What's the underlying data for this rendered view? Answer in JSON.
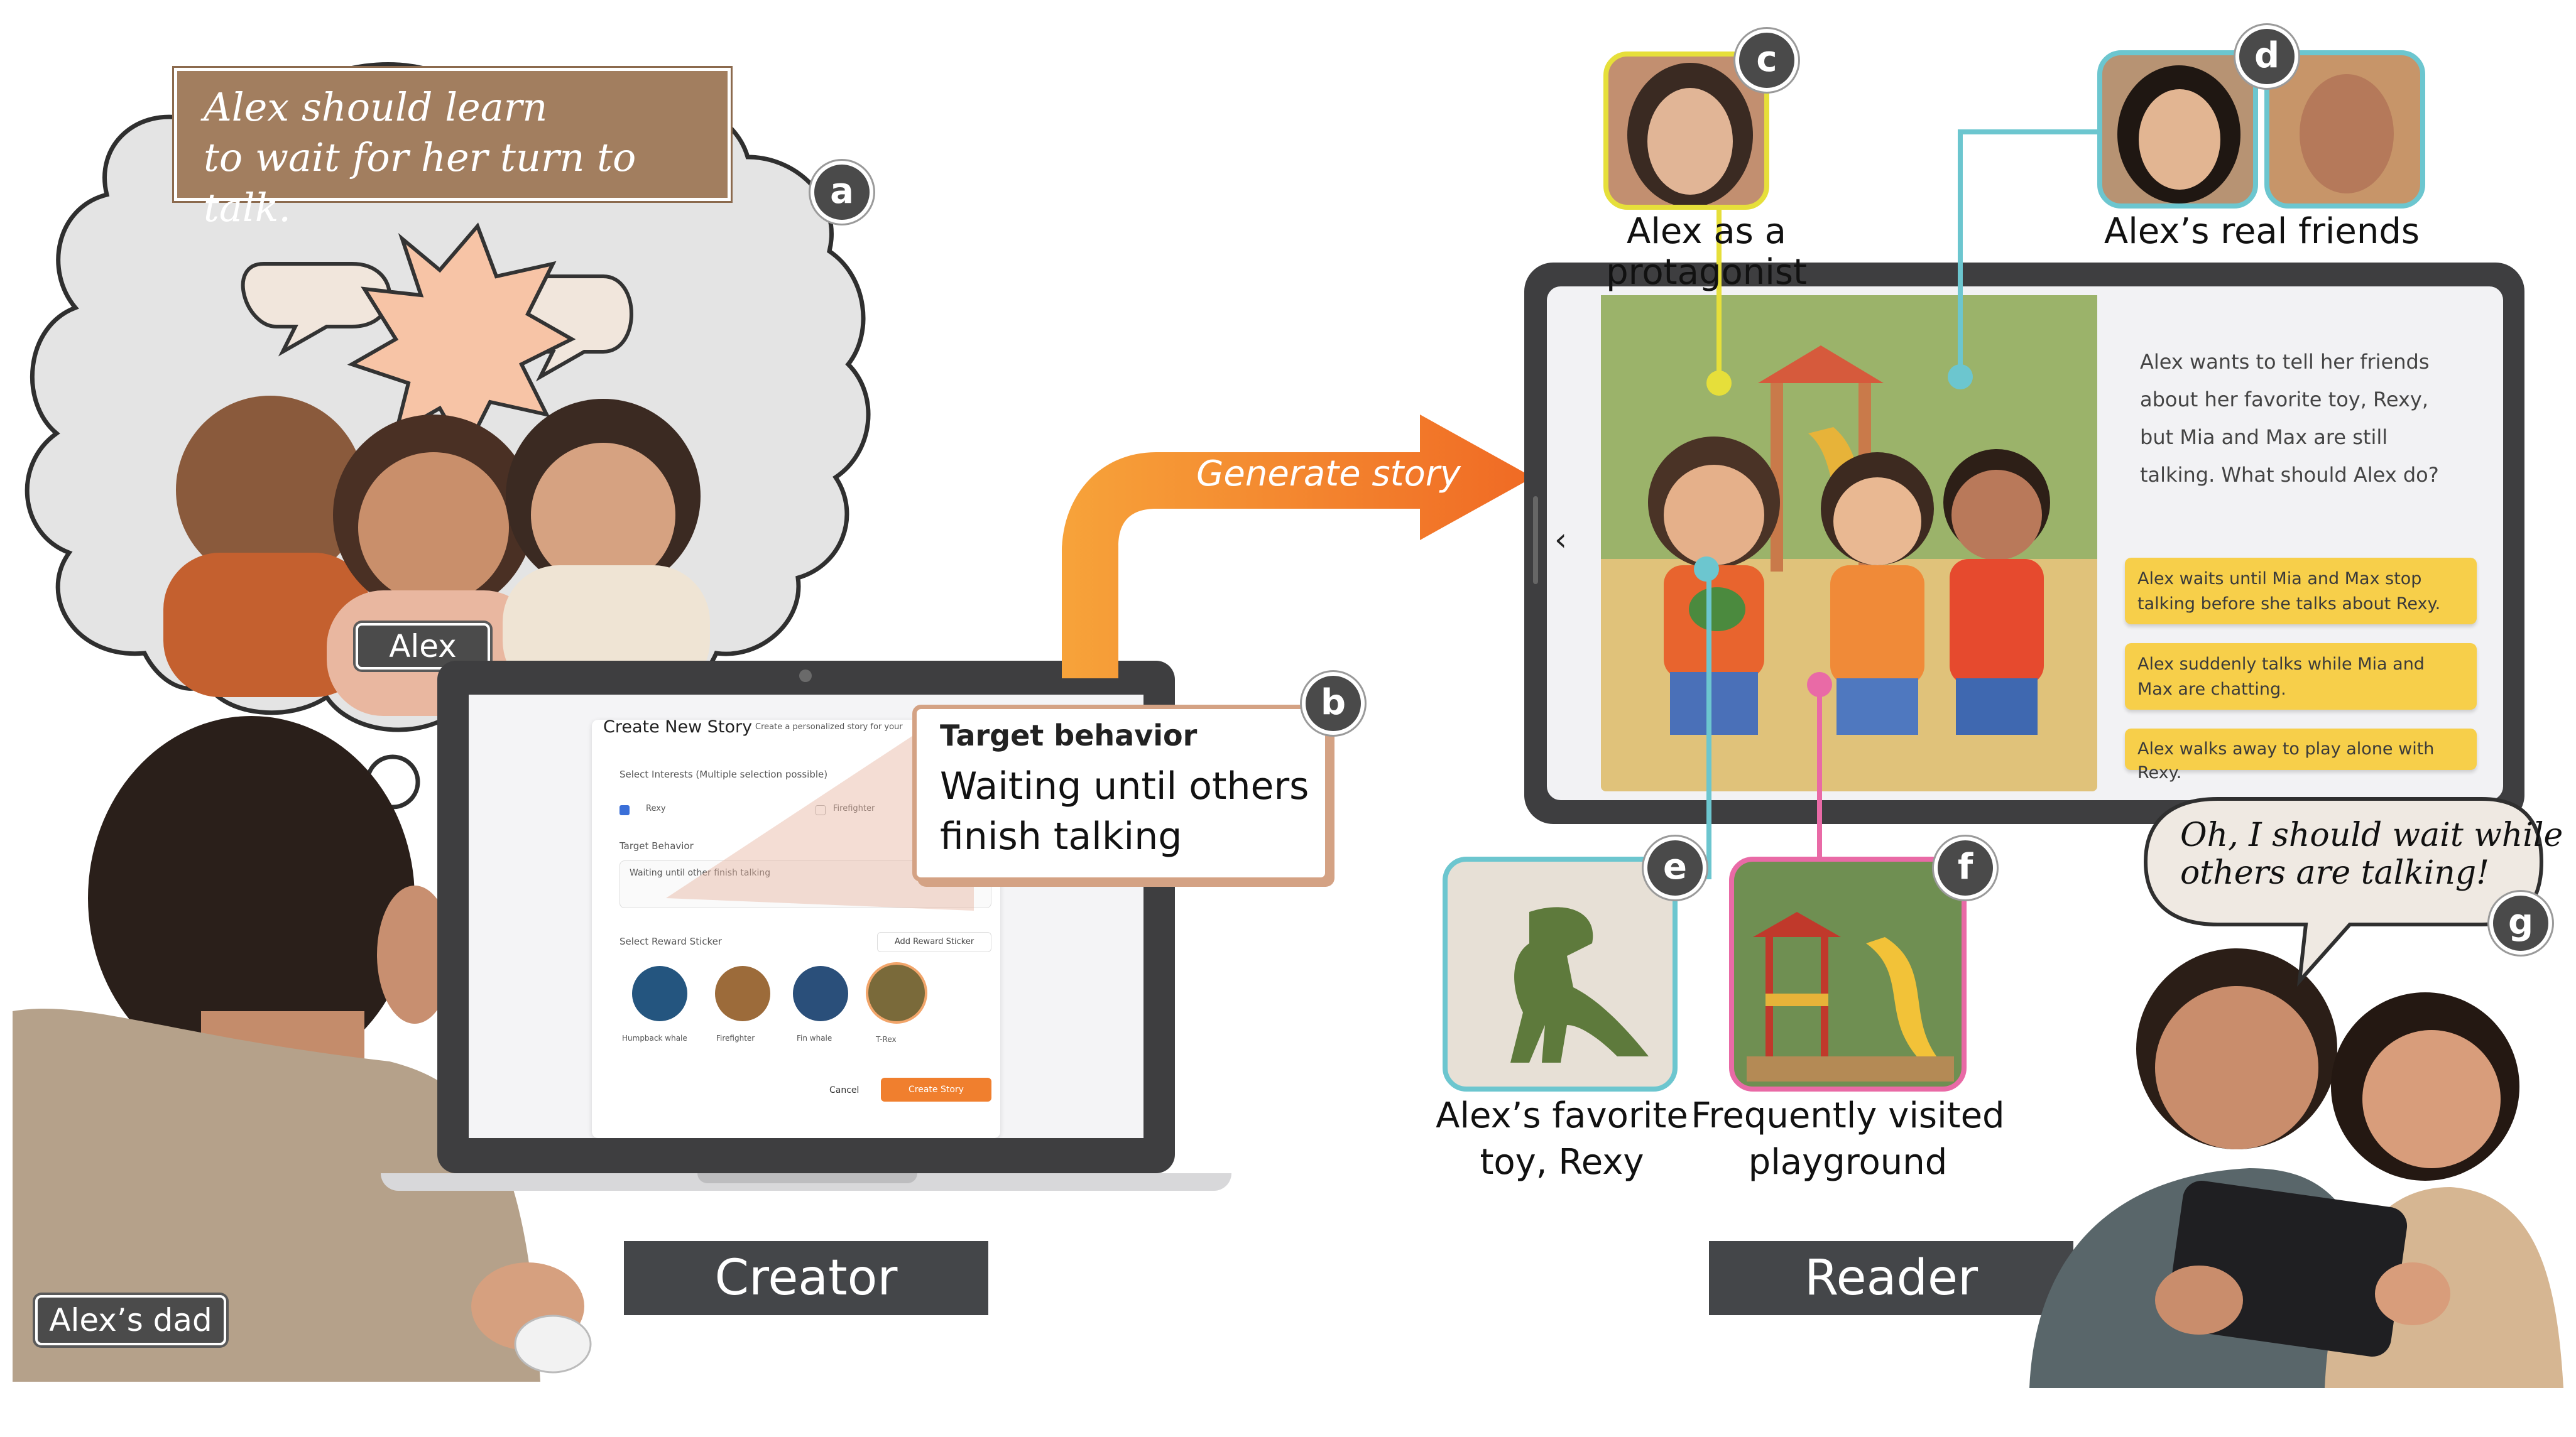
{
  "creator_side": {
    "thought": "Alex should learn\nto wait for her turn to talk.",
    "alex_tag": "Alex",
    "dad_tag": "Alex’s dad",
    "section_label": "Creator"
  },
  "laptop_form": {
    "title": "Create New Story",
    "subtitle": "Create a personalized story for your",
    "interests_label": "Select Interests (Multiple selection possible)",
    "interest_1": "Rexy",
    "interest_2": "Firefighter",
    "target_label": "Target Behavior",
    "target_value": "Waiting until other finish talking",
    "sticker_label": "Select Reward Sticker",
    "add_sticker": "Add Reward Sticker",
    "stickers": [
      "Humpback whale",
      "Firefighter",
      "Fin whale",
      "T-Rex"
    ],
    "cancel": "Cancel",
    "create": "Create Story"
  },
  "callout_b": {
    "heading": "Target behavior",
    "body": "Waiting until others\nfinish talking"
  },
  "arrow_label": "Generate story",
  "reader_side": {
    "protagonist_caption": "Alex as a protagonist",
    "friends_caption": "Alex’s real friends",
    "story_text": "Alex wants to tell her friends about her favorite toy, Rexy, but Mia and Max are still talking. What should Alex do?",
    "choices": [
      "Alex waits until Mia and Max stop talking before she talks about Rexy.",
      "Alex suddenly talks while Mia and Max are chatting.",
      "Alex walks away to play alone with Rexy."
    ],
    "toy_caption": "Alex’s favorite\ntoy, Rexy",
    "playground_caption": "Frequently visited\nplayground",
    "speech": "Oh, I should wait while\nothers are talking!",
    "section_label": "Reader",
    "back_glyph": "‹"
  },
  "badges": [
    "a",
    "b",
    "c",
    "d",
    "e",
    "f",
    "g"
  ],
  "colors": {
    "orange": "#f08a2e",
    "yellow": "#e8df3c",
    "teal": "#6cc6cf",
    "pink": "#e96aa6",
    "choice": "#f7cf4a",
    "thought_bg": "#e3e3e3",
    "thought_box": "#a27e5f"
  }
}
